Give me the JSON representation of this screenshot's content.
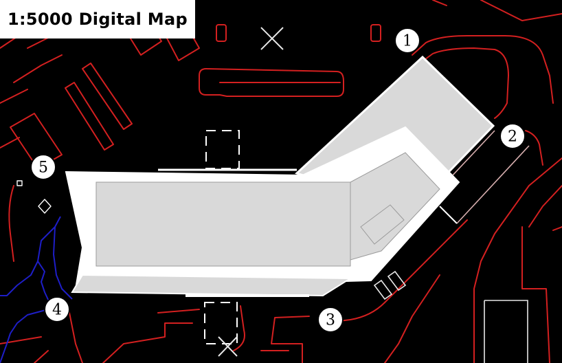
{
  "title": "1:5000 Digital Map",
  "colors": {
    "background": "#000000",
    "road_lines": "#d42020",
    "water_line": "#1e1ec8",
    "building_roof": "#d9d9d9",
    "building_outline": "#ffffff"
  },
  "markers": [
    {
      "label": "1"
    },
    {
      "label": "2"
    },
    {
      "label": "3"
    },
    {
      "label": "4"
    },
    {
      "label": "5"
    }
  ]
}
